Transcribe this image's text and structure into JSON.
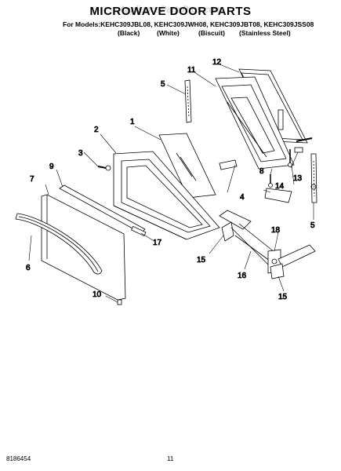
{
  "title": "MICROWAVE DOOR PARTS",
  "watermark": "AppliancePartsPros.com",
  "models_line": "For Models:KEHC309JBL08, KEHC309JWH08, KEHC309JBT08, KEHC309JSS08",
  "finishes": [
    "(Black)",
    "(White)",
    "(Biscuit)",
    "(Stainless Steel)"
  ],
  "callouts": {
    "c1": "1",
    "c2": "2",
    "c3": "3",
    "c4": "4",
    "c5a": "5",
    "c5b": "5",
    "c6": "6",
    "c7": "7",
    "c8": "8",
    "c9": "9",
    "c10": "10",
    "c11": "11",
    "c12": "12",
    "c13": "13",
    "c14": "14",
    "c15a": "15",
    "c15b": "15",
    "c16": "16",
    "c17": "17",
    "c18": "18"
  },
  "footer": {
    "doc_number": "8186454",
    "page_number": "11"
  }
}
